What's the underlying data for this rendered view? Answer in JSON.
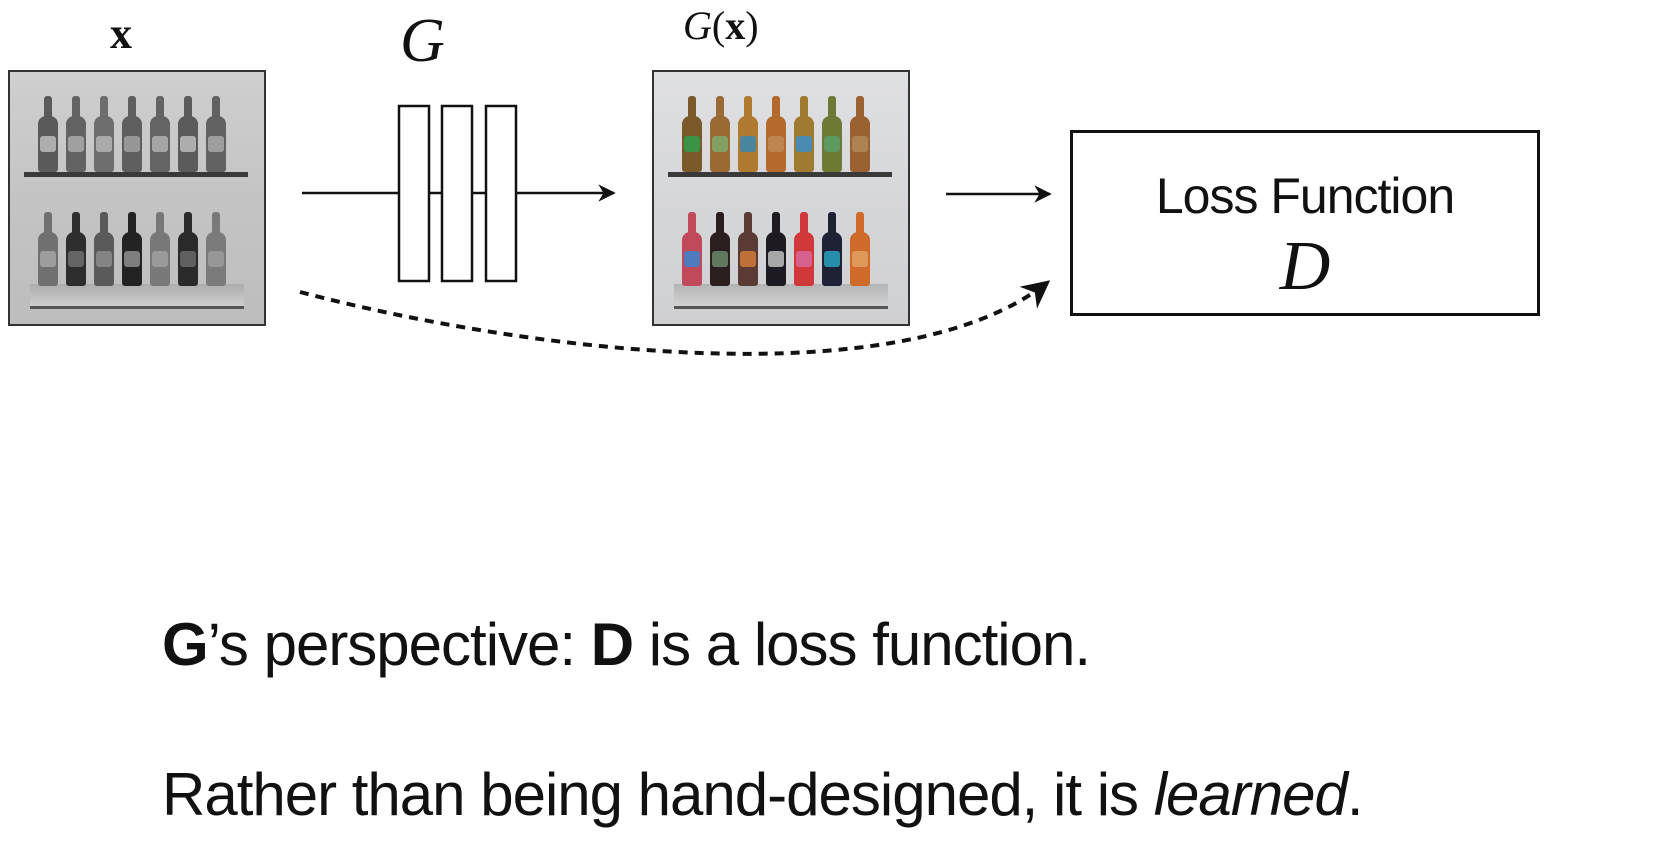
{
  "diagram": {
    "input_label": "x",
    "generator_label": "G",
    "output_label_func": "G",
    "output_label_open": "(",
    "output_label_arg": "x",
    "output_label_close": ")",
    "input_image": {
      "description": "grayscale photo of 14 bottles on two glass shelves",
      "colorization": "grayscale",
      "top_row_colors": [
        "#5a5a5a",
        "#636363",
        "#6e6e6e",
        "#5f5f5f",
        "#646464",
        "#5b5b5b",
        "#626262"
      ],
      "bottom_row_colors": [
        "#707070",
        "#2e2e2e",
        "#5a5a5a",
        "#232323",
        "#787878",
        "#2a2a2a",
        "#7a7a7a"
      ],
      "top_label_colors": [
        "#bdbdbd",
        "#a9a9a9",
        "#b5b5b5",
        "#a0a0a0",
        "#b0b0b0",
        "#bcbcbc",
        "#a8a8a8"
      ],
      "bottom_label_colors": [
        "#a5a5a5",
        "#6d6d6d",
        "#8c8c8c",
        "#8e8e8e",
        "#a0a0a0",
        "#6a6a6a",
        "#9c9c9c"
      ]
    },
    "output_image": {
      "description": "colorized photo of 14 bottles on two glass shelves",
      "colorization": "color",
      "top_row_colors": [
        "#7a5a2a",
        "#9a6a32",
        "#b07a30",
        "#b46a2c",
        "#a07a30",
        "#6e7a34",
        "#9a6230"
      ],
      "bottom_row_colors": [
        "#c04a5a",
        "#2a1e1e",
        "#5a3a34",
        "#1e1a22",
        "#d0383a",
        "#1e2234",
        "#d06a2a"
      ],
      "top_label_colors": [
        "#2ea04a",
        "#7fa86a",
        "#3a86b0",
        "#c08a5a",
        "#3a8ec8",
        "#5aa06a",
        "#b08a5a"
      ],
      "bottom_label_colors": [
        "#3a82d0",
        "#6a8a6a",
        "#d07a3a",
        "#c0c0c0",
        "#d86aa0",
        "#2aa0c0",
        "#e0a060"
      ]
    },
    "loss_box": {
      "title": "Loss Function",
      "symbol": "D"
    },
    "connectors": [
      {
        "from": "x",
        "to": "G(x)",
        "style": "solid",
        "via": "G"
      },
      {
        "from": "G(x)",
        "to": "Loss Function D",
        "style": "solid"
      },
      {
        "from": "x",
        "to": "Loss Function D",
        "style": "dotted-curve"
      }
    ]
  },
  "text": {
    "line1": {
      "g": "G",
      "g_rest": "’s perspective: ",
      "d": "D",
      "d_rest": " is a loss function."
    },
    "line2": {
      "plain": "Rather than being hand-designed, it is ",
      "emph": "learned",
      "end": "."
    }
  },
  "colors": {
    "stroke": "#111111",
    "background": "#ffffff"
  }
}
